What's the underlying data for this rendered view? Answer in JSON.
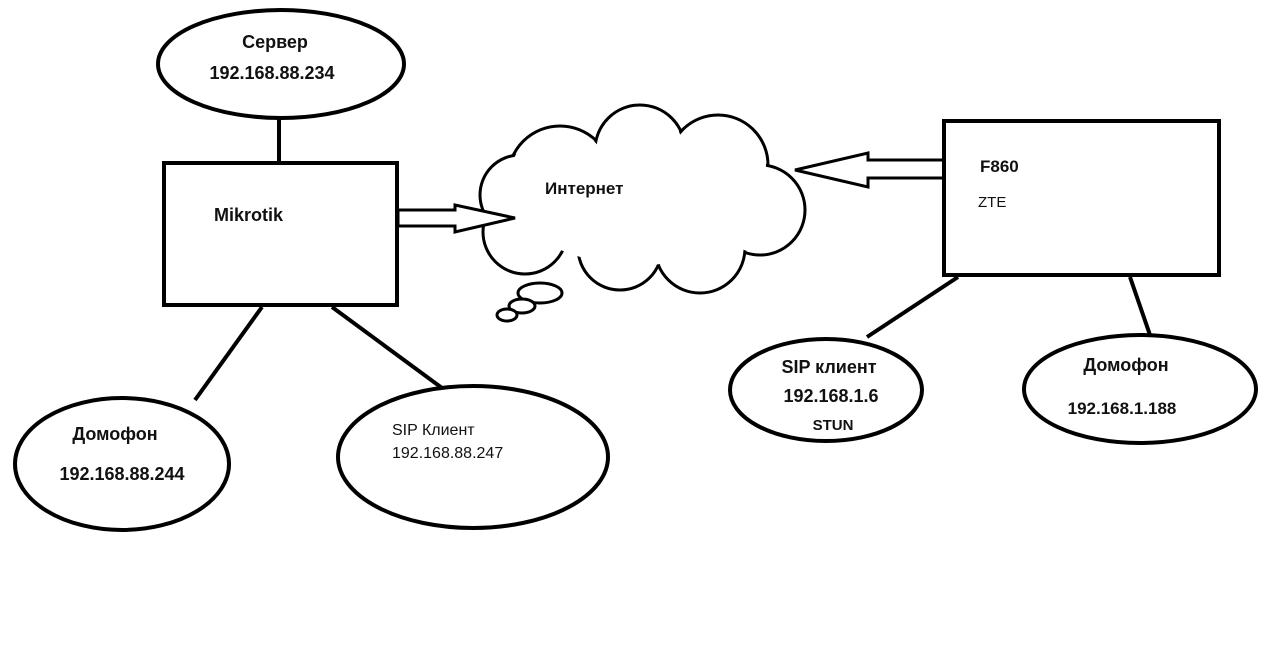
{
  "nodes": {
    "server": {
      "name": "Сервер",
      "ip": "192.168.88.234"
    },
    "mikrotik": {
      "name": "Mikrotik"
    },
    "internet": {
      "name": "Интернет"
    },
    "zte_router": {
      "model": "F860",
      "vendor": "ZTE"
    },
    "intercom_left": {
      "name": "Домофон",
      "ip": "192.168.88.244"
    },
    "sip_client_left": {
      "name": "SIP Клиент",
      "ip": "192.168.88.247"
    },
    "sip_client_right": {
      "name": "SIP клиент",
      "ip": "192.168.1.6",
      "note": "STUN"
    },
    "intercom_right": {
      "name": "Домофон",
      "ip": "192.168.1.188"
    }
  },
  "links": [
    {
      "from": "server",
      "to": "mikrotik",
      "kind": "line"
    },
    {
      "from": "mikrotik",
      "to": "intercom_left",
      "kind": "line"
    },
    {
      "from": "mikrotik",
      "to": "sip_client_left",
      "kind": "line"
    },
    {
      "from": "mikrotik",
      "to": "internet",
      "kind": "arrow"
    },
    {
      "from": "zte_router",
      "to": "internet",
      "kind": "arrow"
    },
    {
      "from": "zte_router",
      "to": "sip_client_right",
      "kind": "line"
    },
    {
      "from": "zte_router",
      "to": "intercom_right",
      "kind": "line"
    }
  ]
}
